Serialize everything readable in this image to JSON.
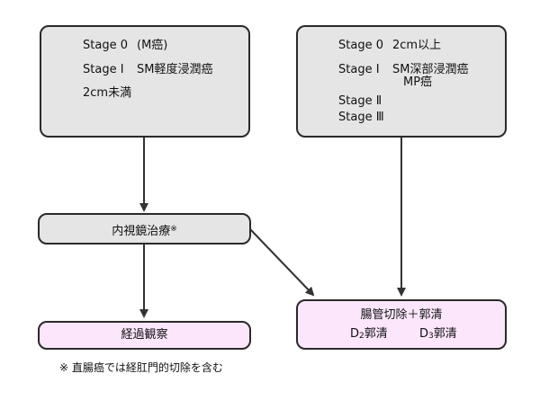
{
  "left_box": {
    "line1_stage": "Stage 0",
    "line1_desc": "(M癌)",
    "line2_stage": "Stage Ⅰ",
    "line2_desc": "SM軽度浸潤癌",
    "line3": "2cm未満"
  },
  "right_box": {
    "line1_stage": "Stage 0",
    "line1_desc": "2cm以上",
    "line2_stage": "Stage Ⅰ",
    "line2_desc": "SM深部浸潤癌",
    "line2_desc2": "MP癌",
    "line3": "Stage Ⅱ",
    "line4": "Stage Ⅲ"
  },
  "endoscopy_box": {
    "label": "内視鏡治療",
    "mark": "※"
  },
  "observation_box": {
    "label": "経過観察"
  },
  "surgery_box": {
    "label": "腸管切除＋郭清",
    "d2_prefix": "D",
    "d2_sub": "2",
    "d2_suffix": "郭清",
    "d3_prefix": "D",
    "d3_sub": "3",
    "d3_suffix": "郭清"
  },
  "footnote": "※ 直腸癌では経肛門的切除を含む"
}
